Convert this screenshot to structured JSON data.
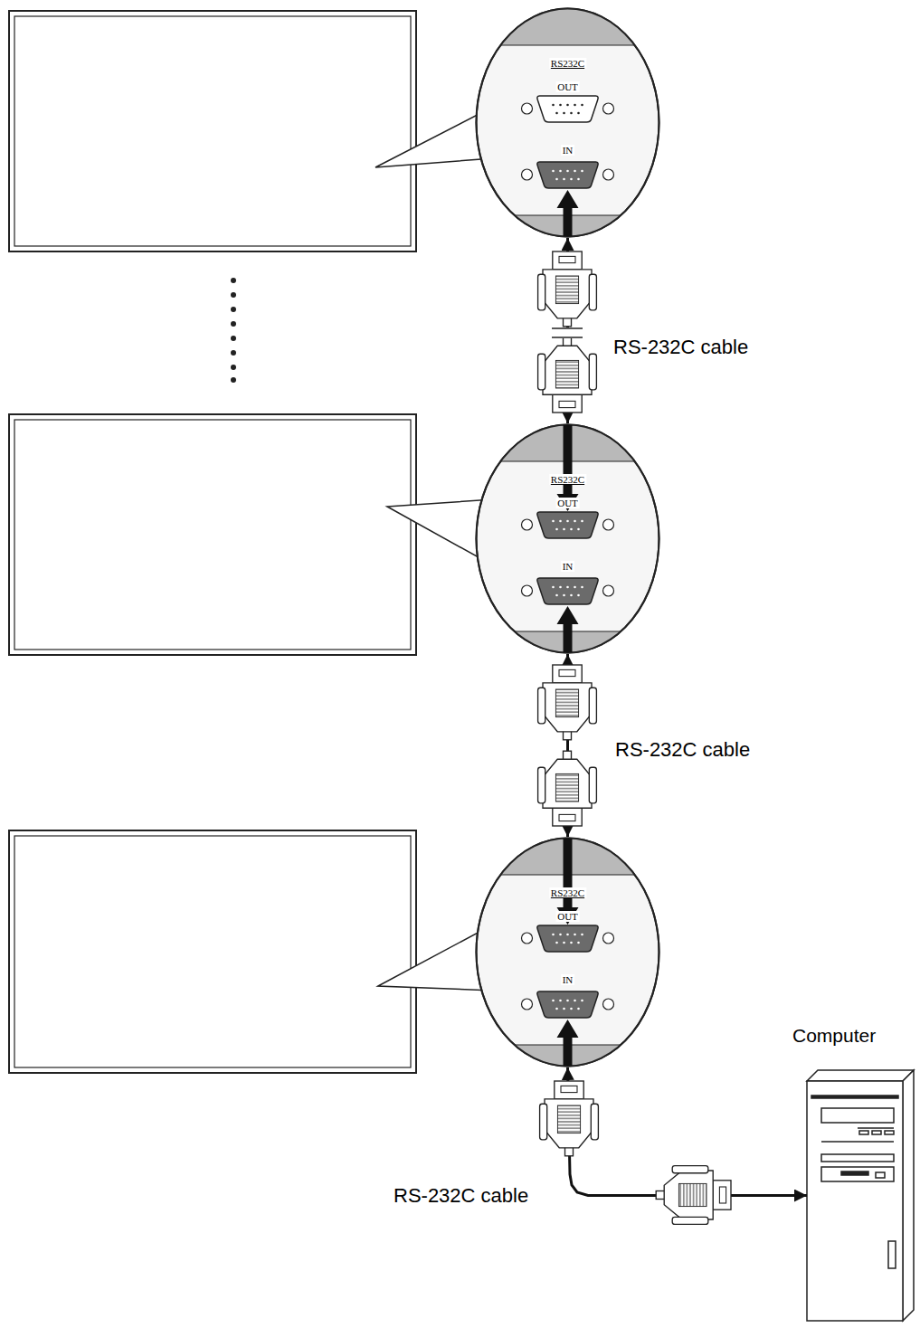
{
  "diagram": {
    "nodes": [
      {
        "text": [
          "RS232C",
          "OUT",
          "IN"
        ]
      },
      {
        "text": [
          "RS232C",
          "OUT",
          "IN"
        ]
      },
      {
        "text": [
          "RS232C",
          "OUT",
          "IN"
        ]
      },
      {
        "text": [
          "Computer"
        ]
      }
    ],
    "edges": [
      {
        "from": 1,
        "to": 0,
        "arrow": "both",
        "label": "RS-232C cable"
      },
      {
        "from": 2,
        "to": 1,
        "arrow": "both",
        "label": "RS-232C cable"
      },
      {
        "from": 3,
        "to": 2,
        "arrow": "both",
        "label": "RS-232C cable"
      }
    ]
  }
}
